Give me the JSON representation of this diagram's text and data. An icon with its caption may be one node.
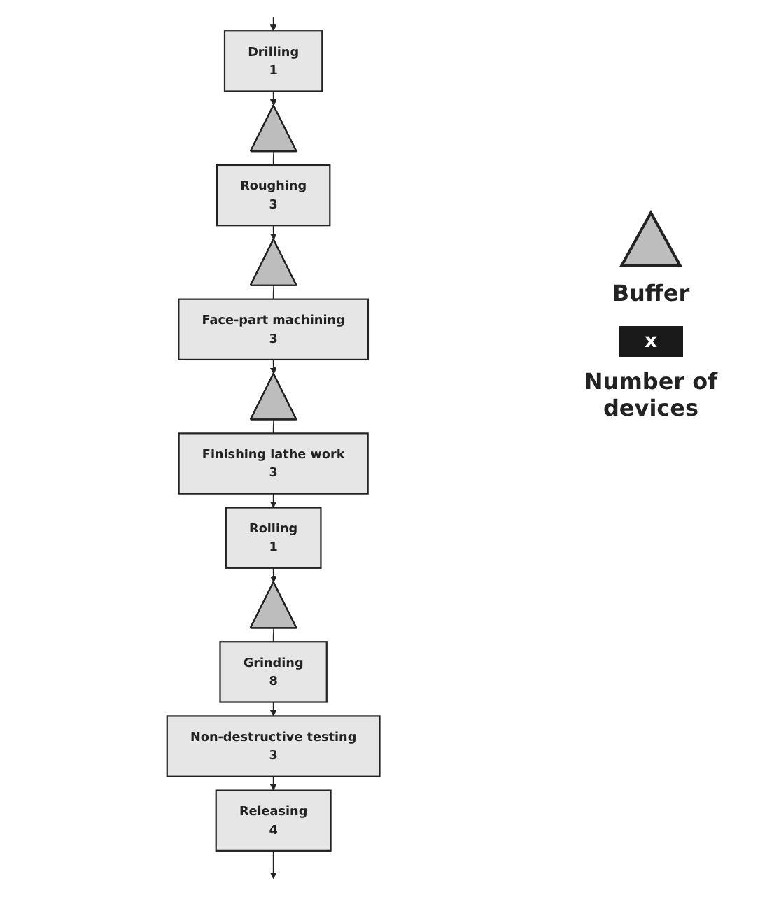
{
  "diagram": {
    "nodes": [
      {
        "text": [
          "Drilling",
          "1"
        ]
      },
      {
        "text": [],
        "shape": "triangle"
      },
      {
        "text": [
          "Roughing",
          "3"
        ]
      },
      {
        "text": [],
        "shape": "triangle"
      },
      {
        "text": [
          "Face-part machining",
          "3"
        ]
      },
      {
        "text": [],
        "shape": "triangle"
      },
      {
        "text": [
          "Finishing lathe work",
          "3"
        ]
      },
      {
        "text": [
          "Rolling",
          "1"
        ]
      },
      {
        "text": [],
        "shape": "triangle"
      },
      {
        "text": [
          "Grinding",
          "8"
        ]
      },
      {
        "text": [
          "Non-destructive testing",
          "3"
        ]
      },
      {
        "text": [
          "Releasing",
          "4"
        ]
      }
    ],
    "edges": [
      {
        "from": null,
        "to": 0,
        "arrow": "to"
      },
      {
        "from": 0,
        "to": 1,
        "arrow": "to"
      },
      {
        "from": 1,
        "to": 2,
        "arrow": "none"
      },
      {
        "from": 2,
        "to": 3,
        "arrow": "to"
      },
      {
        "from": 3,
        "to": 4,
        "arrow": "none"
      },
      {
        "from": 4,
        "to": 5,
        "arrow": "to"
      },
      {
        "from": 5,
        "to": 6,
        "arrow": "none"
      },
      {
        "from": 6,
        "to": 7,
        "arrow": "to"
      },
      {
        "from": 7,
        "to": 8,
        "arrow": "to"
      },
      {
        "from": 8,
        "to": 9,
        "arrow": "none"
      },
      {
        "from": 9,
        "to": 10,
        "arrow": "to"
      },
      {
        "from": 10,
        "to": 11,
        "arrow": "to"
      },
      {
        "from": 11,
        "to": null,
        "arrow": "to"
      }
    ],
    "labels": [
      "x"
    ],
    "legend": [
      {
        "text": "Buffer"
      },
      {
        "text": "Number of devices",
        "color": "#1a1a1a"
      }
    ]
  }
}
